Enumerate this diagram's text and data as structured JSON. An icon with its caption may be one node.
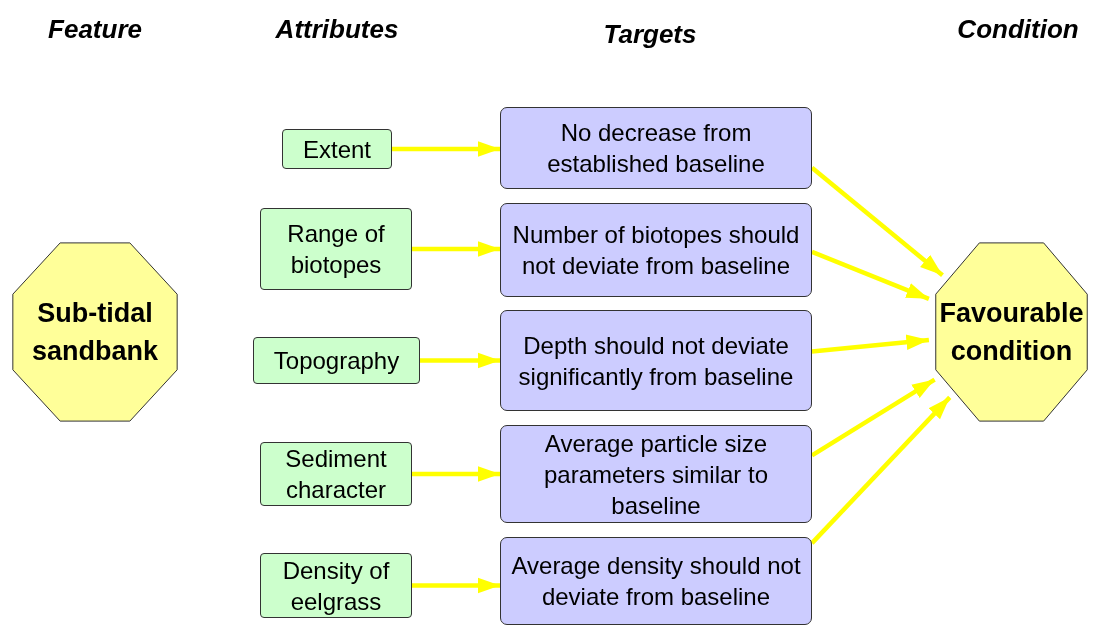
{
  "diagram": {
    "nodes": [
      {
        "text": [
          "Sub-tidal sandbank"
        ]
      },
      {
        "text": [
          "Extent"
        ]
      },
      {
        "text": [
          "Range of biotopes"
        ]
      },
      {
        "text": [
          "Topography"
        ]
      },
      {
        "text": [
          "Sediment character"
        ]
      },
      {
        "text": [
          "Density of eelgrass"
        ]
      },
      {
        "text": [
          "No decrease from established baseline"
        ]
      },
      {
        "text": [
          "Number of biotopes should not deviate from baseline"
        ]
      },
      {
        "text": [
          "Depth should not deviate significantly from baseline"
        ]
      },
      {
        "text": [
          "Average particle size parameters similar to baseline"
        ]
      },
      {
        "text": [
          "Average density should not deviate from baseline"
        ]
      },
      {
        "text": [
          "Favourable condition"
        ]
      }
    ],
    "edges": [
      {
        "from": 1,
        "to": 6,
        "arrow": "to"
      },
      {
        "from": 2,
        "to": 7,
        "arrow": "to"
      },
      {
        "from": 3,
        "to": 8,
        "arrow": "to"
      },
      {
        "from": 4,
        "to": 9,
        "arrow": "to"
      },
      {
        "from": 5,
        "to": 10,
        "arrow": "to"
      },
      {
        "from": 6,
        "to": 11,
        "arrow": "to"
      },
      {
        "from": 7,
        "to": 11,
        "arrow": "to"
      },
      {
        "from": 8,
        "to": 11,
        "arrow": "to"
      },
      {
        "from": 9,
        "to": 11,
        "arrow": "to"
      },
      {
        "from": 10,
        "to": 11,
        "arrow": "to"
      }
    ],
    "labels": [
      "Feature",
      "Attributes",
      "Targets",
      "Condition"
    ]
  }
}
